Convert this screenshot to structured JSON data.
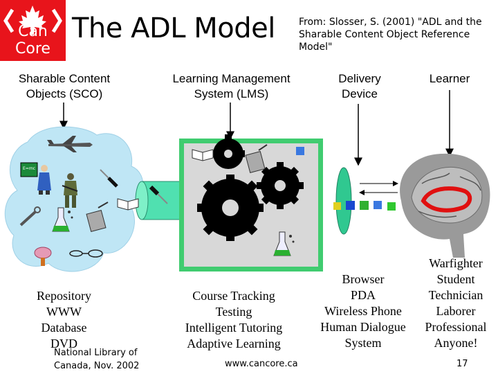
{
  "logo": {
    "text": "Can Core",
    "icon": "maple-leaf-icon"
  },
  "title": "The ADL Model",
  "source": "From: Slosser, S. (2001) \"ADL and the Sharable Content Object Reference Model\"",
  "headers": {
    "sco": [
      "Sharable Content",
      "Objects (SCO)"
    ],
    "lms": [
      "Learning Management",
      "System (LMS)"
    ],
    "device": [
      "Delivery",
      "Device"
    ],
    "learner": [
      "Learner"
    ]
  },
  "repository": [
    "Repository",
    "WWW",
    "Database",
    "DVD"
  ],
  "lms_functions": [
    "Course Tracking",
    "Testing",
    "Intelligent Tutoring",
    "Adaptive Learning"
  ],
  "devices": [
    "Browser",
    "PDA",
    "Wireless Phone",
    "Human Dialogue",
    "System"
  ],
  "learners": [
    "Warfighter",
    "Student",
    "Technician",
    "Laborer",
    "Professional",
    "Anyone!"
  ],
  "footer": {
    "credit_line1": "National Library of",
    "credit_line2": "Canada, Nov. 2002",
    "url": "www.cancore.ca",
    "page": "17"
  },
  "colors": {
    "brand": "#e8141b",
    "cloud": "#bfe6f5",
    "lms_frame": "#40cc70",
    "gear": "#000000",
    "cylinder": "#50e0b0",
    "device_disc": "#30c890"
  },
  "icons": [
    "fighter-jet-icon",
    "teacher-icon",
    "soldier-icon",
    "screwdriver-icon",
    "wrench-icon",
    "flask-icon",
    "book-icon",
    "notepad-icon",
    "brain-icon",
    "glasses-icon",
    "gear-icon",
    "brain-image"
  ]
}
